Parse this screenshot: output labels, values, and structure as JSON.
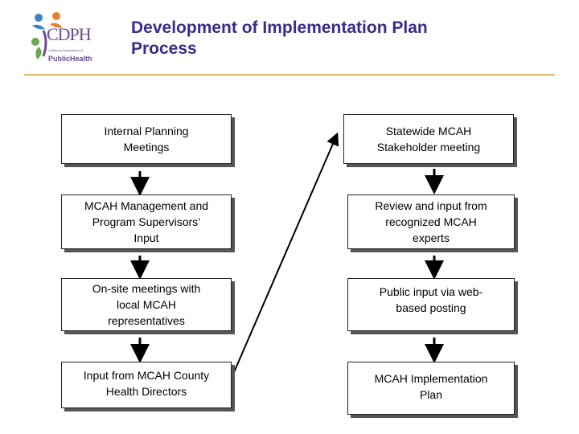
{
  "header": {
    "title_line1": "Development of Implementation Plan",
    "title_line2": "Process",
    "logo": {
      "text": "CDPH",
      "subtitle": "California Department of",
      "public_health": "PublicHealth"
    }
  },
  "left_column": [
    {
      "line1": "Internal Planning",
      "line2": "Meetings",
      "line3": ""
    },
    {
      "line1": "MCAH Management and",
      "line2": "Program Supervisors’",
      "line3": "Input"
    },
    {
      "line1": "On-site meetings with",
      "line2": "local MCAH",
      "line3": "representatives"
    },
    {
      "line1": "Input from MCAH County",
      "line2": "Health Directors",
      "line3": ""
    }
  ],
  "right_column": [
    {
      "line1": "Statewide MCAH",
      "line2": "Stakeholder meeting",
      "line3": ""
    },
    {
      "line1": "Review and input from",
      "line2": "recognized MCAH",
      "line3": "experts"
    },
    {
      "line1": "Public input via web-",
      "line2": "based posting",
      "line3": ""
    },
    {
      "line1": "MCAH Implementation",
      "line2": "Plan",
      "line3": ""
    }
  ],
  "colors": {
    "title": "#3b2b8a",
    "rule": "#d9b96a",
    "logo_purple": "#6a4c93",
    "logo_orange": "#e8822a",
    "logo_green": "#6aa84f",
    "logo_blue": "#3d85c6"
  }
}
